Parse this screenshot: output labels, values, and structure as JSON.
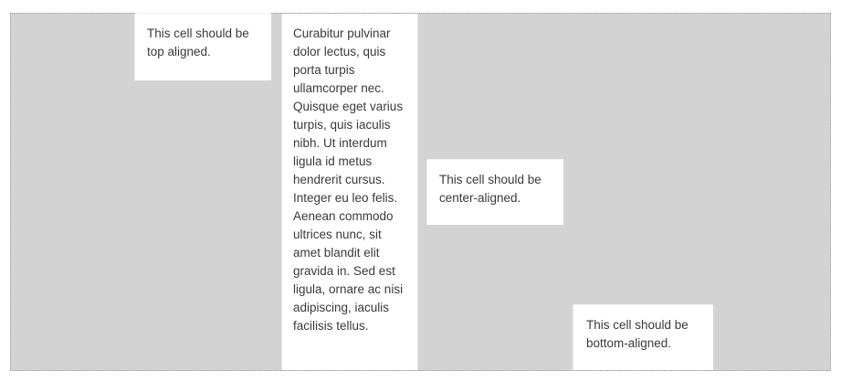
{
  "page": {
    "background_color": "#ffffff",
    "container_background_color": "#d3d3d3",
    "container_border_color": "#9a9a9a",
    "cell_background_color": "#ffffff",
    "text_color": "#3a3a3a"
  },
  "table": {
    "cells": [
      {
        "id": "top-aligned",
        "vertical_align": "top",
        "text": "This cell should be top aligned."
      },
      {
        "id": "paragraph",
        "vertical_align": "top",
        "text": "Curabitur pulvinar dolor lectus, quis porta turpis ullamcorper nec. Quisque eget varius turpis, quis iaculis nibh. Ut interdum ligula id metus hendrerit cursus. Integer eu leo felis. Aenean commodo ultrices nunc, sit amet blandit elit gravida in. Sed est ligula, ornare ac nisi adipiscing, iaculis facilisis tellus."
      },
      {
        "id": "center-aligned",
        "vertical_align": "middle",
        "text": "This cell should be center-aligned."
      },
      {
        "id": "bottom-aligned",
        "vertical_align": "bottom",
        "text": "This cell should be bottom-aligned."
      }
    ]
  }
}
